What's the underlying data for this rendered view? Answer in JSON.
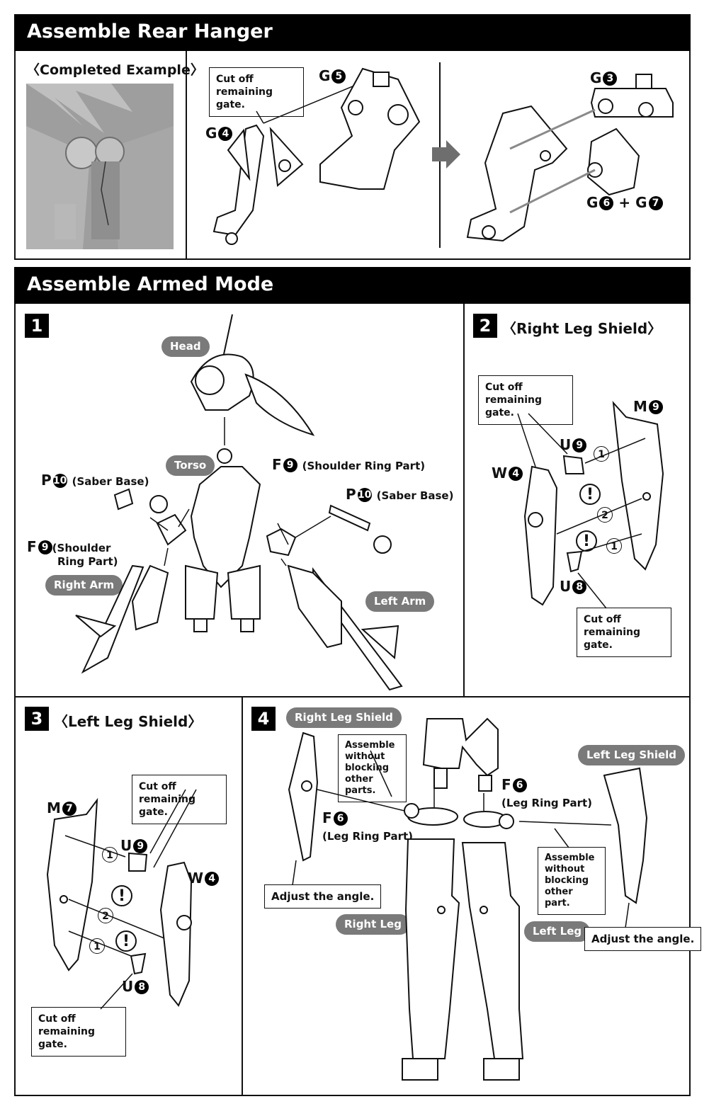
{
  "sections": {
    "rear_hanger": {
      "title": "Assemble Rear Hanger",
      "completed_example": "〈Completed Example〉"
    },
    "armed_mode": {
      "title": "Assemble Armed Mode"
    }
  },
  "rear_hanger": {
    "cut_gate": "Cut off remaining gate.",
    "parts": {
      "g5": {
        "letter": "G",
        "num": "5"
      },
      "g4": {
        "letter": "G",
        "num": "4"
      },
      "g3": {
        "letter": "G",
        "num": "3"
      },
      "g6g7": {
        "a": "G",
        "an": "6",
        "plus": "+",
        "b": "G",
        "bn": "7"
      }
    }
  },
  "step1": {
    "number": "1",
    "pills": {
      "head": "Head",
      "torso": "Torso",
      "right_arm": "Right Arm",
      "left_arm": "Left Arm"
    },
    "parts": {
      "p10_left": {
        "letter": "P",
        "num": "10",
        "desc": "(Saber Base)"
      },
      "f9_left": {
        "letter": "F",
        "num": "9",
        "desc1": "(Shoulder",
        "desc2": "Ring Part)"
      },
      "f9_right": {
        "letter": "F",
        "num": "9",
        "desc": "(Shoulder Ring Part)"
      },
      "p10_right": {
        "letter": "P",
        "num": "10",
        "desc": "(Saber Base)"
      }
    }
  },
  "step2": {
    "number": "2",
    "title": "〈Right Leg Shield〉",
    "cut_gate": "Cut off remaining gate.",
    "parts": {
      "m9": {
        "letter": "M",
        "num": "9"
      },
      "u9": {
        "letter": "U",
        "num": "9"
      },
      "w4": {
        "letter": "W",
        "num": "4"
      },
      "u8": {
        "letter": "U",
        "num": "8"
      }
    },
    "order": [
      "1",
      "2",
      "1"
    ],
    "warn": "!"
  },
  "step3": {
    "number": "3",
    "title": "〈Left Leg Shield〉",
    "cut_gate": "Cut off remaining gate.",
    "parts": {
      "m7": {
        "letter": "M",
        "num": "7"
      },
      "u9": {
        "letter": "U",
        "num": "9"
      },
      "w4": {
        "letter": "W",
        "num": "4"
      },
      "u8": {
        "letter": "U",
        "num": "8"
      }
    },
    "order": [
      "1",
      "2",
      "1"
    ],
    "warn": "!"
  },
  "step4": {
    "number": "4",
    "pills": {
      "right_leg_shield": "Right Leg Shield",
      "left_leg_shield": "Left Leg Shield",
      "right_leg": "Right Leg",
      "left_leg": "Left Leg"
    },
    "assemble_parts": "Assemble without blocking other parts.",
    "assemble_part": "Assemble without blocking other part.",
    "adjust_angle": "Adjust the angle.",
    "parts": {
      "f6_left": {
        "letter": "F",
        "num": "6",
        "desc": "(Leg Ring Part)"
      },
      "f6_right": {
        "letter": "F",
        "num": "6",
        "desc": "(Leg Ring Part)"
      }
    }
  }
}
